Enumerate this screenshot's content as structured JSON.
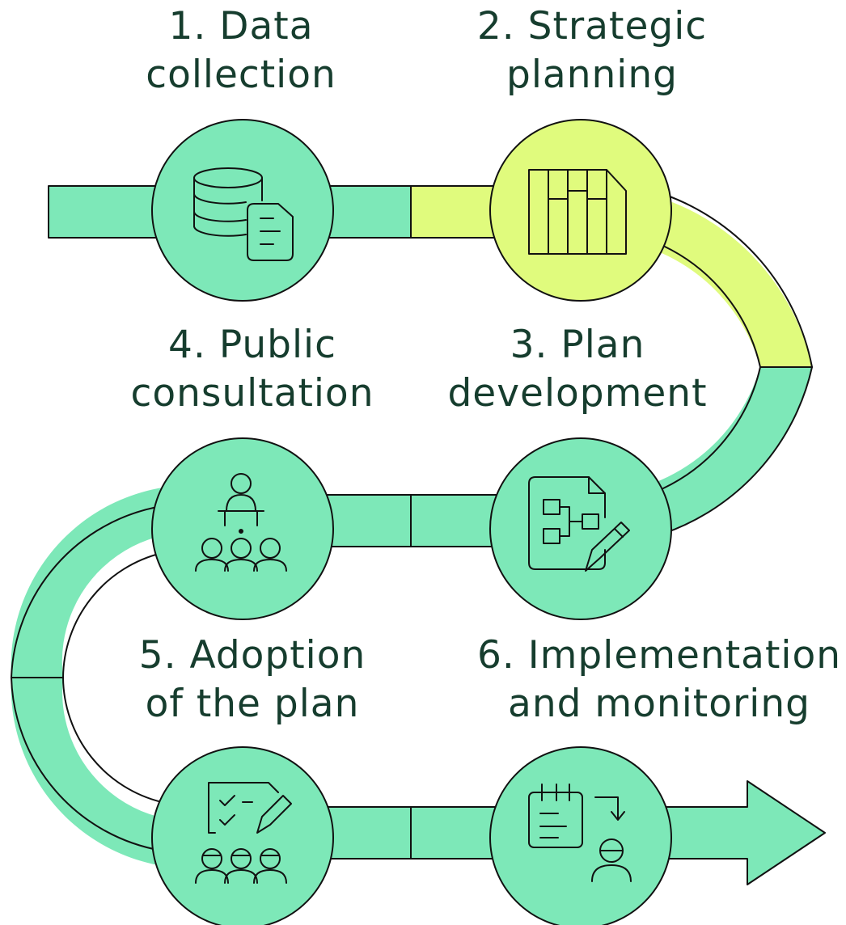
{
  "colors": {
    "green": "#7de8b8",
    "highlight": "#e0fb7d",
    "outline": "#111111",
    "label_text": "#163d2e"
  },
  "steps": [
    {
      "line1": "1. Data",
      "line2": "collection",
      "icon": "database-document-icon",
      "highlighted": false
    },
    {
      "line1": "2. Strategic",
      "line2": "planning",
      "icon": "roadmap-columns-icon",
      "highlighted": true
    },
    {
      "line1": "3. Plan",
      "line2": "development",
      "icon": "flowchart-document-pencil-icon",
      "highlighted": false
    },
    {
      "line1": "4. Public",
      "line2": "consultation",
      "icon": "presenter-audience-icon",
      "highlighted": false
    },
    {
      "line1": "5. Adoption",
      "line2": "of the plan",
      "icon": "checklist-pencil-audience-icon",
      "highlighted": false
    },
    {
      "line1": "6. Implementation",
      "line2": "and monitoring",
      "icon": "calendar-person-icon",
      "highlighted": false
    }
  ]
}
